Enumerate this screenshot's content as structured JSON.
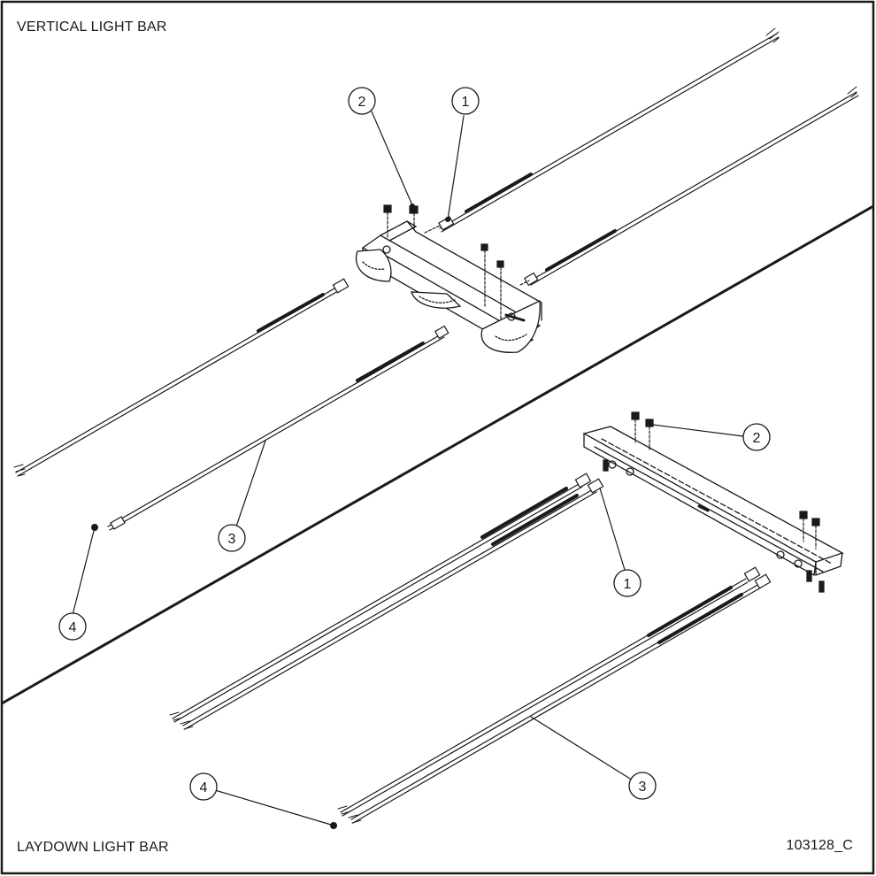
{
  "diagram": {
    "top_title": "VERTICAL LIGHT BAR",
    "bottom_title": "LAYDOWN LIGHT BAR",
    "drawing_number": "103128_C",
    "callouts_top": [
      "1",
      "2",
      "3",
      "4"
    ],
    "callouts_bottom": [
      "1",
      "2",
      "3",
      "4"
    ]
  },
  "colors": {
    "line": "#1a1a1a",
    "paper": "#ffffff"
  }
}
